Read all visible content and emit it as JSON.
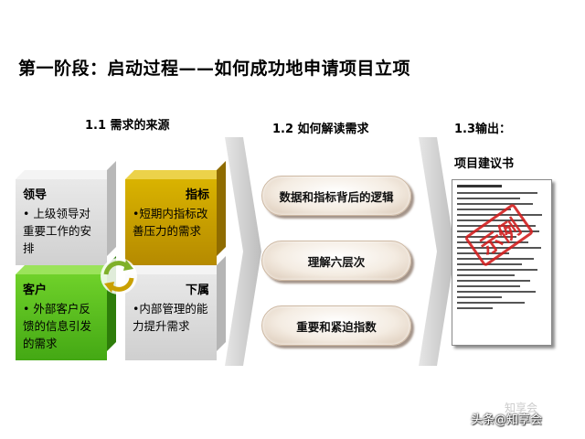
{
  "title": "第一阶段：启动过程——如何成功地申请项目立项",
  "sections": {
    "s1": "1.1 需求的来源",
    "s2": "1.2 如何解读需求",
    "s3": "1.3输出："
  },
  "quadrants": [
    {
      "title": "领导",
      "text": "• 上级领导对重要工作的安排",
      "color": "#d9d9d9"
    },
    {
      "title": "指标",
      "text": "•短期内指标改善压力的需求",
      "color": "#c9a000"
    },
    {
      "title": "客户",
      "text": "• 外部客户反馈的信息引发的需求",
      "color": "#5cc01e"
    },
    {
      "title": "下属",
      "text": "•内部管理的能力提升需求",
      "color": "#d9d9d9"
    }
  ],
  "pills": [
    "数据和指标背后的逻辑",
    "理解六层次",
    "重要和紧迫指数"
  ],
  "output": {
    "name": "项目建议书",
    "stamp": "示例"
  },
  "watermark": "头条@知享会",
  "watermark_faint": "知享会"
}
